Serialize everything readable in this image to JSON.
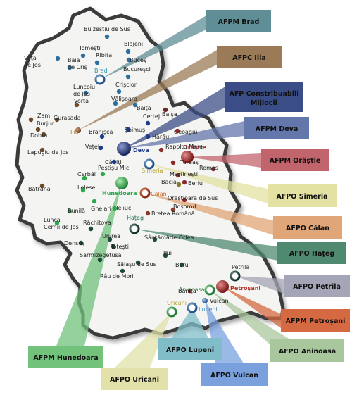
{
  "offices": [
    {
      "name": "AFPM Brad",
      "color": "#5f8e96",
      "city": "Brad",
      "city_color": "#2a8fb0"
    },
    {
      "name": "AFPC Ilia",
      "color": "#9b7b57",
      "city": "Ilia",
      "city_color": "#b3813a"
    },
    {
      "name": "AFP Constribuabili Mijlocii",
      "line1": "AFP Constribuabili",
      "line2": "Mijlocii",
      "color": "#3b4d86"
    },
    {
      "name": "AFPM Deva",
      "color": "#6477ab",
      "city": "Deva",
      "city_color": "#1d3c8c"
    },
    {
      "name": "AFPM Orăştie",
      "color": "#c2646c",
      "city": "Orăştie",
      "city_color": "#b22222"
    },
    {
      "name": "AFPO Simeria",
      "color": "#e3e2a2",
      "city": "Simeria",
      "city_color": "#b0a020"
    },
    {
      "name": "AFPO Călan",
      "color": "#e1a677",
      "city": "Călan",
      "city_color": "#c8691f"
    },
    {
      "name": "AFPO Haţeg",
      "color": "#4f8a70",
      "city": "Haţeg",
      "city_color": "#1f6b4a"
    },
    {
      "name": "AFPO Petrila",
      "color": "#a4a5b6",
      "city": "Petrila",
      "city_color": "#333333"
    },
    {
      "name": "AFPM Petroşani",
      "color": "#d56a42",
      "city": "Petroşani",
      "city_color": "#b03020"
    },
    {
      "name": "AFPO Aninoasa",
      "color": "#a9c79d",
      "city": "Aninoasa",
      "city_color": "#3a8a4a"
    },
    {
      "name": "AFPO Vulcan",
      "color": "#7aa1dd",
      "city": "Vulcan",
      "city_color": "#222222"
    },
    {
      "name": "AFPO Lupeni",
      "color": "#80bdc9",
      "city": "Lupeni",
      "city_color": "#3a88c0"
    },
    {
      "name": "AFPO Uricani",
      "color": "#e1e1a9",
      "city": "Uricani",
      "city_color": "#b0a020"
    },
    {
      "name": "AFPM Hunedoara",
      "color": "#72c27c",
      "city": "Hunedoara",
      "city_color": "#2aa84a"
    }
  ],
  "localities": [
    {
      "name": "Bulzeştiu de Sus",
      "color": "#2b6fa0"
    },
    {
      "name": "Blăjeni",
      "color": "#2b6fa0"
    },
    {
      "name": "Tomeşti",
      "color": "#2b6fa0"
    },
    {
      "name": "Vaţa de Jos",
      "color": "#2b6fa0"
    },
    {
      "name": "Ribiţa",
      "color": "#2b6fa0"
    },
    {
      "name": "Baia de Criş",
      "color": "#2b6fa0"
    },
    {
      "name": "Buceş",
      "color": "#2b6fa0"
    },
    {
      "name": "Bucureşci",
      "color": "#2b6fa0"
    },
    {
      "name": "Luncoiu de Jos",
      "color": "#2b6fa0"
    },
    {
      "name": "Crişcior",
      "color": "#2b6fa0"
    },
    {
      "name": "Vorta",
      "color": "#6b4a2a"
    },
    {
      "name": "Vălişoara",
      "color": "#2b6fa0"
    },
    {
      "name": "Băiţa",
      "color": "#2b6fa0"
    },
    {
      "name": "Zam",
      "color": "#6b4a2a"
    },
    {
      "name": "Burjuc",
      "color": "#6b4a2a"
    },
    {
      "name": "Gurasada",
      "color": "#6b4a2a"
    },
    {
      "name": "Dobra",
      "color": "#6b4a2a"
    },
    {
      "name": "Lapugiu de Jos",
      "color": "#6b4a2a"
    },
    {
      "name": "Balşa",
      "color": "#6b2a2a"
    },
    {
      "name": "Certej",
      "color": "#1d3c8c"
    },
    {
      "name": "Brănişca",
      "color": "#1d3c8c"
    },
    {
      "name": "Şoimuş",
      "color": "#1d3c8c"
    },
    {
      "name": "Hărău",
      "color": "#1d3c8c"
    },
    {
      "name": "Geoagiu",
      "color": "#8a2a2a"
    },
    {
      "name": "Veţel",
      "color": "#1d3c8c"
    },
    {
      "name": "Rapoltu Mare",
      "color": "#8a2a2a"
    },
    {
      "name": "Cârjiţi",
      "color": "#1d3c8c"
    },
    {
      "name": "Turdaş",
      "color": "#8a2a2a"
    },
    {
      "name": "Romos",
      "color": "#8a2a2a"
    },
    {
      "name": "Peştişu Mic",
      "color": "#2aa84a"
    },
    {
      "name": "Martineşti",
      "color": "#8a2a2a"
    },
    {
      "name": "Bătrâna",
      "color": "#6b4a2a"
    },
    {
      "name": "Cerbăl",
      "color": "#2aa84a"
    },
    {
      "name": "Băcia",
      "color": "#8a7a2a"
    },
    {
      "name": "Beriu",
      "color": "#8a2a2a"
    },
    {
      "name": "Lelese",
      "color": "#2aa84a"
    },
    {
      "name": "Orăştioara de Sus",
      "color": "#8a2a2a"
    },
    {
      "name": "Boşorod",
      "color": "#8a3a2a"
    },
    {
      "name": "Bunilă",
      "color": "#2aa84a"
    },
    {
      "name": "Ghelari",
      "color": "#2aa84a"
    },
    {
      "name": "Teliuc",
      "color": "#2aa84a"
    },
    {
      "name": "Bretea Română",
      "color": "#8a3a2a"
    },
    {
      "name": "Lunca Cernii de Jos",
      "color": "#2aa84a"
    },
    {
      "name": "Răchitova",
      "color": "#1f4a3a"
    },
    {
      "name": "Sântămărie Orlea",
      "color": "#1f4a3a"
    },
    {
      "name": "Unirea",
      "color": "#1f4a3a"
    },
    {
      "name": "Densuş",
      "color": "#1f4a3a"
    },
    {
      "name": "Toteşti",
      "color": "#1f4a3a"
    },
    {
      "name": "Pui",
      "color": "#1f4a3a"
    },
    {
      "name": "Sarmizegetusa",
      "color": "#1f4a3a"
    },
    {
      "name": "Sălaşu de Sus",
      "color": "#1f4a3a"
    },
    {
      "name": "Baru",
      "color": "#1f4a3a"
    },
    {
      "name": "Râu de Mori",
      "color": "#1f4a3a"
    },
    {
      "name": "Băniţa",
      "color": "#8a2a2a"
    }
  ]
}
